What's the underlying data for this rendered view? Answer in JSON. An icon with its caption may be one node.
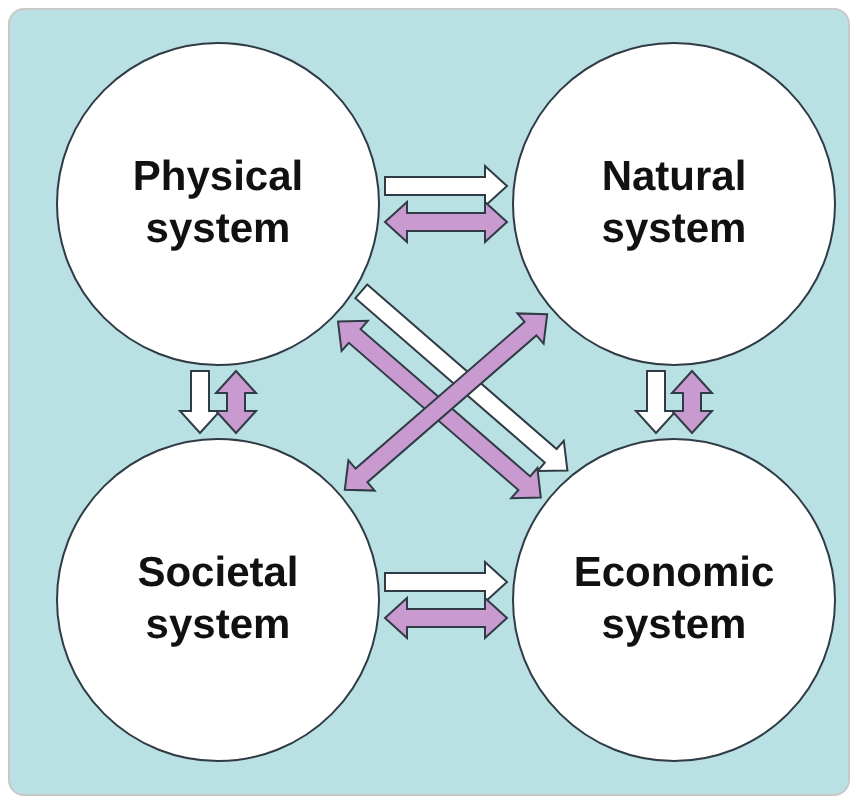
{
  "diagram": {
    "nodes": [
      {
        "text": [
          "Physical system"
        ]
      },
      {
        "text": [
          "Natural system"
        ]
      },
      {
        "text": [
          "Societal system"
        ]
      },
      {
        "text": [
          "Economic system"
        ]
      }
    ],
    "edges": [
      {
        "from": 0,
        "to": 1,
        "arrow": "to",
        "color": "#ffffff"
      },
      {
        "from": 0,
        "to": 1,
        "arrow": "both"
      },
      {
        "from": 0,
        "to": 2,
        "arrow": "to",
        "color": "#ffffff"
      },
      {
        "from": 0,
        "to": 2,
        "arrow": "both"
      },
      {
        "from": 1,
        "to": 3,
        "arrow": "to",
        "color": "#ffffff"
      },
      {
        "from": 1,
        "to": 3,
        "arrow": "both"
      },
      {
        "from": 2,
        "to": 3,
        "arrow": "to",
        "color": "#ffffff"
      },
      {
        "from": 2,
        "to": 3,
        "arrow": "both"
      },
      {
        "from": 0,
        "to": 3,
        "arrow": "to",
        "color": "#ffffff"
      },
      {
        "from": 0,
        "to": 3,
        "arrow": "both"
      },
      {
        "from": 1,
        "to": 2,
        "arrow": "both"
      }
    ]
  }
}
